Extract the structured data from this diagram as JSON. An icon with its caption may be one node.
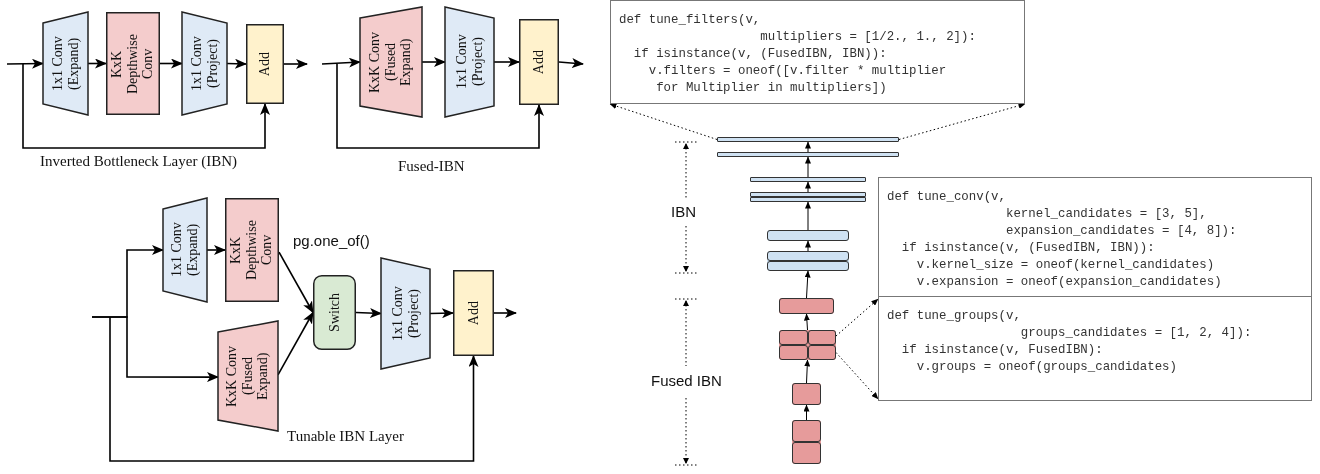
{
  "diagram": {
    "nodes": [
      {
        "text": [
          "1x1 Conv (Expand)"
        ]
      },
      {
        "text": [
          "KxK Depthwise Conv"
        ]
      },
      {
        "text": [
          "1x1 Conv (Project)"
        ]
      },
      {
        "text": [
          "Add"
        ]
      },
      {
        "text": [
          "KxK Conv (Fused Expand)"
        ]
      },
      {
        "text": [
          "1x1 Conv (Project)"
        ]
      },
      {
        "text": [
          "Add"
        ]
      },
      {
        "text": [
          "1x1 Conv (Expand)"
        ]
      },
      {
        "text": [
          "KxK Depthwise Conv"
        ]
      },
      {
        "text": [
          "KxK Conv (Fused Expand)"
        ]
      },
      {
        "text": [
          "Switch"
        ]
      },
      {
        "text": [
          "1x1 Conv (Project)"
        ]
      },
      {
        "text": [
          "Add"
        ]
      },
      {
        "text": [
          "def tune_filters(v,",
          "                   multipliers = [1/2., 1., 2]):",
          "  if isinstance(v, (FusedIBN, IBN)):",
          "    v.filters = oneof([v.filter * multiplier",
          "     for Multiplier in multipliers])"
        ]
      },
      {
        "text": [
          "def tune_conv(v,",
          "                kernel_candidates = [3, 5],",
          "                expansion_candidates = [4, 8]):",
          "  if isinstance(v, (FusedIBN, IBN)):",
          "    v.kernel_size = oneof(kernel_candidates)",
          "    v.expansion = oneof(expansion_candidates)"
        ]
      },
      {
        "text": [
          "def tune_groups(v,",
          "                  groups_candidates = [1, 2, 4]):",
          "  if isinstance(v, FusedIBN):",
          "    v.groups = oneof(groups_candidates)"
        ]
      },
      {
        "text": [],
        "shape": "bar"
      },
      {
        "text": [],
        "shape": "bar"
      },
      {
        "text": [],
        "shape": "bar"
      },
      {
        "text": [],
        "shape": "bar"
      },
      {
        "text": [],
        "shape": "box"
      },
      {
        "text": [],
        "shape": "box"
      },
      {
        "text": [],
        "shape": "box"
      },
      {
        "text": [],
        "shape": "box"
      },
      {
        "text": [],
        "shape": "box"
      },
      {
        "text": [],
        "shape": "box"
      }
    ],
    "edges": [
      {
        "from": null,
        "to": 0,
        "arrow": "to"
      },
      {
        "from": 0,
        "to": 1,
        "arrow": "to"
      },
      {
        "from": 1,
        "to": 2,
        "arrow": "to"
      },
      {
        "from": 2,
        "to": 3,
        "arrow": "to"
      },
      {
        "from": 3,
        "to": null,
        "arrow": "to"
      },
      {
        "from": null,
        "to": 3,
        "arrow": "to"
      },
      {
        "from": null,
        "to": 4,
        "arrow": "to"
      },
      {
        "from": 4,
        "to": 5,
        "arrow": "to"
      },
      {
        "from": 5,
        "to": 6,
        "arrow": "to"
      },
      {
        "from": 6,
        "to": null,
        "arrow": "to"
      },
      {
        "from": null,
        "to": 6,
        "arrow": "to"
      },
      {
        "from": null,
        "to": 7,
        "arrow": "to"
      },
      {
        "from": null,
        "to": 9,
        "arrow": "to"
      },
      {
        "from": null,
        "to": 12,
        "arrow": "to"
      },
      {
        "from": 7,
        "to": 8,
        "arrow": "to"
      },
      {
        "from": 8,
        "to": 10,
        "arrow": "to"
      },
      {
        "from": 9,
        "to": 10,
        "arrow": "to"
      },
      {
        "from": 10,
        "to": 11,
        "arrow": "to"
      },
      {
        "from": 11,
        "to": 12,
        "arrow": "to"
      },
      {
        "from": 12,
        "to": null,
        "arrow": "to"
      },
      {
        "from": 17,
        "to": 16,
        "arrow": "to"
      },
      {
        "from": 18,
        "to": 17,
        "arrow": "to"
      },
      {
        "from": 19,
        "to": 18,
        "arrow": "to"
      },
      {
        "from": 20,
        "to": 19,
        "arrow": "to"
      },
      {
        "from": 21,
        "to": 20,
        "arrow": "to"
      },
      {
        "from": 22,
        "to": 21,
        "arrow": "to"
      },
      {
        "from": 23,
        "to": 22,
        "arrow": "to"
      },
      {
        "from": 24,
        "to": 23,
        "arrow": "to"
      },
      {
        "from": 25,
        "to": 24,
        "arrow": "to"
      },
      {
        "from": 16,
        "to": 13,
        "arrow": "to",
        "style": "dashed"
      },
      {
        "from": 16,
        "to": 13,
        "arrow": "to",
        "style": "dashed"
      },
      {
        "from": 23,
        "to": 15,
        "arrow": "to",
        "style": "dashed"
      },
      {
        "from": 23,
        "to": 15,
        "arrow": "to",
        "style": "dashed"
      }
    ],
    "labels": [
      "Inverted Bottleneck Layer (IBN)",
      "Fused-IBN",
      "pg.one_of()",
      "Tunable IBN Layer",
      "IBN",
      "Fused IBN"
    ]
  }
}
